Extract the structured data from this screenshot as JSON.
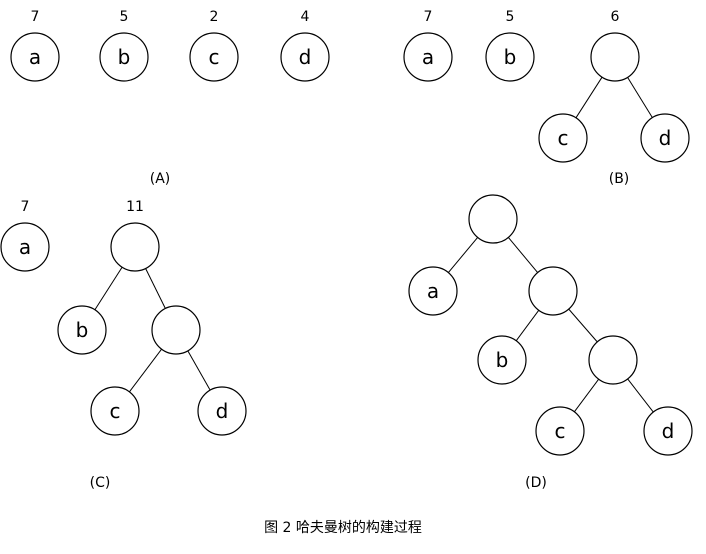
{
  "figure_caption": "图 2 哈夫曼树的构建过程",
  "panels": {
    "A": {
      "caption": "(A)",
      "nodes": [
        {
          "id": "a",
          "label": "a",
          "weight": "7"
        },
        {
          "id": "b",
          "label": "b",
          "weight": "5"
        },
        {
          "id": "c",
          "label": "c",
          "weight": "2"
        },
        {
          "id": "d",
          "label": "d",
          "weight": "4"
        }
      ],
      "edges": []
    },
    "B": {
      "caption": "(B)",
      "nodes": [
        {
          "id": "a",
          "label": "a",
          "weight": "7"
        },
        {
          "id": "b",
          "label": "b",
          "weight": "5"
        },
        {
          "id": "n6",
          "label": "",
          "weight": "6"
        },
        {
          "id": "c",
          "label": "c",
          "weight": ""
        },
        {
          "id": "d",
          "label": "d",
          "weight": ""
        }
      ],
      "edges": [
        [
          "n6",
          "c"
        ],
        [
          "n6",
          "d"
        ]
      ]
    },
    "C": {
      "caption": "(C)",
      "nodes": [
        {
          "id": "a",
          "label": "a",
          "weight": "7"
        },
        {
          "id": "n11",
          "label": "",
          "weight": "11"
        },
        {
          "id": "b",
          "label": "b",
          "weight": ""
        },
        {
          "id": "n6",
          "label": "",
          "weight": ""
        },
        {
          "id": "c",
          "label": "c",
          "weight": ""
        },
        {
          "id": "d",
          "label": "d",
          "weight": ""
        }
      ],
      "edges": [
        [
          "n11",
          "b"
        ],
        [
          "n11",
          "n6"
        ],
        [
          "n6",
          "c"
        ],
        [
          "n6",
          "d"
        ]
      ]
    },
    "D": {
      "caption": "(D)",
      "nodes": [
        {
          "id": "root",
          "label": "",
          "weight": ""
        },
        {
          "id": "a",
          "label": "a",
          "weight": ""
        },
        {
          "id": "n11",
          "label": "",
          "weight": ""
        },
        {
          "id": "b",
          "label": "b",
          "weight": ""
        },
        {
          "id": "n6",
          "label": "",
          "weight": ""
        },
        {
          "id": "c",
          "label": "c",
          "weight": ""
        },
        {
          "id": "d",
          "label": "d",
          "weight": ""
        }
      ],
      "edges": [
        [
          "root",
          "a"
        ],
        [
          "root",
          "n11"
        ],
        [
          "n11",
          "b"
        ],
        [
          "n11",
          "n6"
        ],
        [
          "n6",
          "c"
        ],
        [
          "n6",
          "d"
        ]
      ]
    }
  }
}
